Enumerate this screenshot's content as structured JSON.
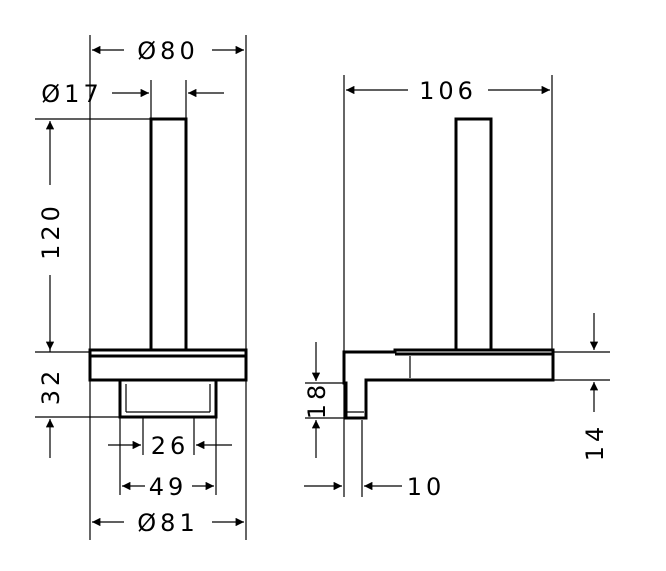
{
  "front_view": {
    "dim_top_diameter": "Ø80",
    "dim_rod_diameter": "Ø17",
    "dim_rod_height": "120",
    "dim_base_height": "32",
    "dim_inner_width": "26",
    "dim_outer_width": "49",
    "dim_bottom_diameter": "Ø81"
  },
  "side_view": {
    "dim_total_depth": "106",
    "dim_flange_height": "18",
    "dim_plate_thickness": "14",
    "dim_wall_offset": "10"
  }
}
